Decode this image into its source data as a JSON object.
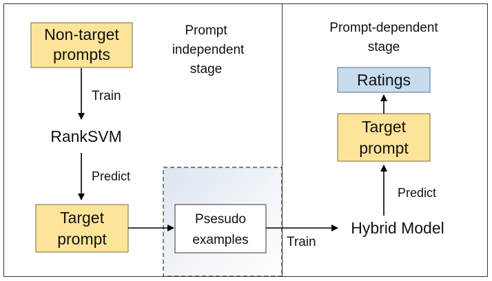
{
  "colors": {
    "frame": "#333333",
    "highlight_fill": "#FDE49A",
    "highlight_stroke": "#7A6A3A",
    "ratings_fill": "#C8DCF0",
    "dashed_region_fill": "#E2E9F3",
    "arrow": "#000000"
  },
  "stages": {
    "independent_line1": "Prompt",
    "independent_line2": "independent",
    "independent_line3": "stage",
    "dependent_line1": "Prompt-dependent",
    "dependent_line2": "stage"
  },
  "nodes": {
    "non_target_line1": "Non-target",
    "non_target_line2": "prompts",
    "ranksvm": "RankSVM",
    "target_left_line1": "Target",
    "target_left_line2": "prompt",
    "pseudo_line1": "Psesudo",
    "pseudo_line2": "examples",
    "hybrid_model": "Hybrid Model",
    "target_right_line1": "Target",
    "target_right_line2": "prompt",
    "ratings": "Ratings"
  },
  "edges": {
    "train_1": "Train",
    "predict_1": "Predict",
    "train_2": "Train",
    "predict_2": "Predict"
  }
}
